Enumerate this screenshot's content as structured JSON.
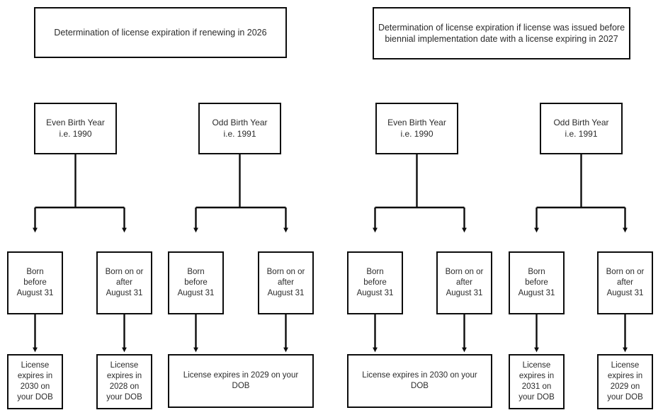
{
  "diagram": {
    "title": "License expiration determination flowchart",
    "line_color": "#0d0d0d",
    "text_color": "#2b2b2b",
    "background": "#ffffff",
    "sections": [
      {
        "id": "renewing-2026",
        "header": "Determination of license expiration if renewing in 2026",
        "branches": [
          {
            "id": "even-left",
            "year_label": "Even Birth Year\ni.e. 1990",
            "conditions": [
              {
                "id": "even-left-before",
                "text": "Born\nbefore\nAugust 31"
              },
              {
                "id": "even-left-after",
                "text": "Born on or\nafter\nAugust 31"
              }
            ]
          },
          {
            "id": "odd-left",
            "year_label": "Odd Birth Year\ni.e. 1991",
            "conditions": [
              {
                "id": "odd-left-before",
                "text": "Born\nbefore\nAugust 31"
              },
              {
                "id": "odd-left-after",
                "text": "Born on or\nafter\nAugust 31"
              }
            ]
          }
        ],
        "results": [
          {
            "id": "result-2030-a",
            "text": "License\nexpires in\n2030 on\nyour DOB",
            "span": 1
          },
          {
            "id": "result-2028",
            "text": "License\nexpires in\n2028 on\nyour DOB",
            "span": 1
          },
          {
            "id": "result-2029-a",
            "text": "License expires in 2029 on your\nDOB",
            "span": 2
          }
        ]
      },
      {
        "id": "issued-before-biennial-2027",
        "header": "Determination of license expiration if license was issued before biennial implementation date with a license expiring in 2027",
        "branches": [
          {
            "id": "even-right",
            "year_label": "Even Birth Year\ni.e. 1990",
            "conditions": [
              {
                "id": "even-right-before",
                "text": "Born\nbefore\nAugust 31"
              },
              {
                "id": "even-right-after",
                "text": "Born on or\nafter\nAugust  31"
              }
            ]
          },
          {
            "id": "odd-right",
            "year_label": "Odd Birth Year\ni.e. 1991",
            "conditions": [
              {
                "id": "odd-right-before",
                "text": "Born\nbefore\nAugust 31"
              },
              {
                "id": "odd-right-after",
                "text": "Born on or\nafter\nAugust 31"
              }
            ]
          }
        ],
        "results": [
          {
            "id": "result-2030-b",
            "text": "License expires in 2030 on your\nDOB",
            "span": 2
          },
          {
            "id": "result-2031",
            "text": "License\nexpires in\n2031 on\nyour DOB",
            "span": 1
          },
          {
            "id": "result-2029-b",
            "text": "License\nexpires in\n2029 on\nyour DOB",
            "span": 1
          }
        ]
      }
    ]
  }
}
